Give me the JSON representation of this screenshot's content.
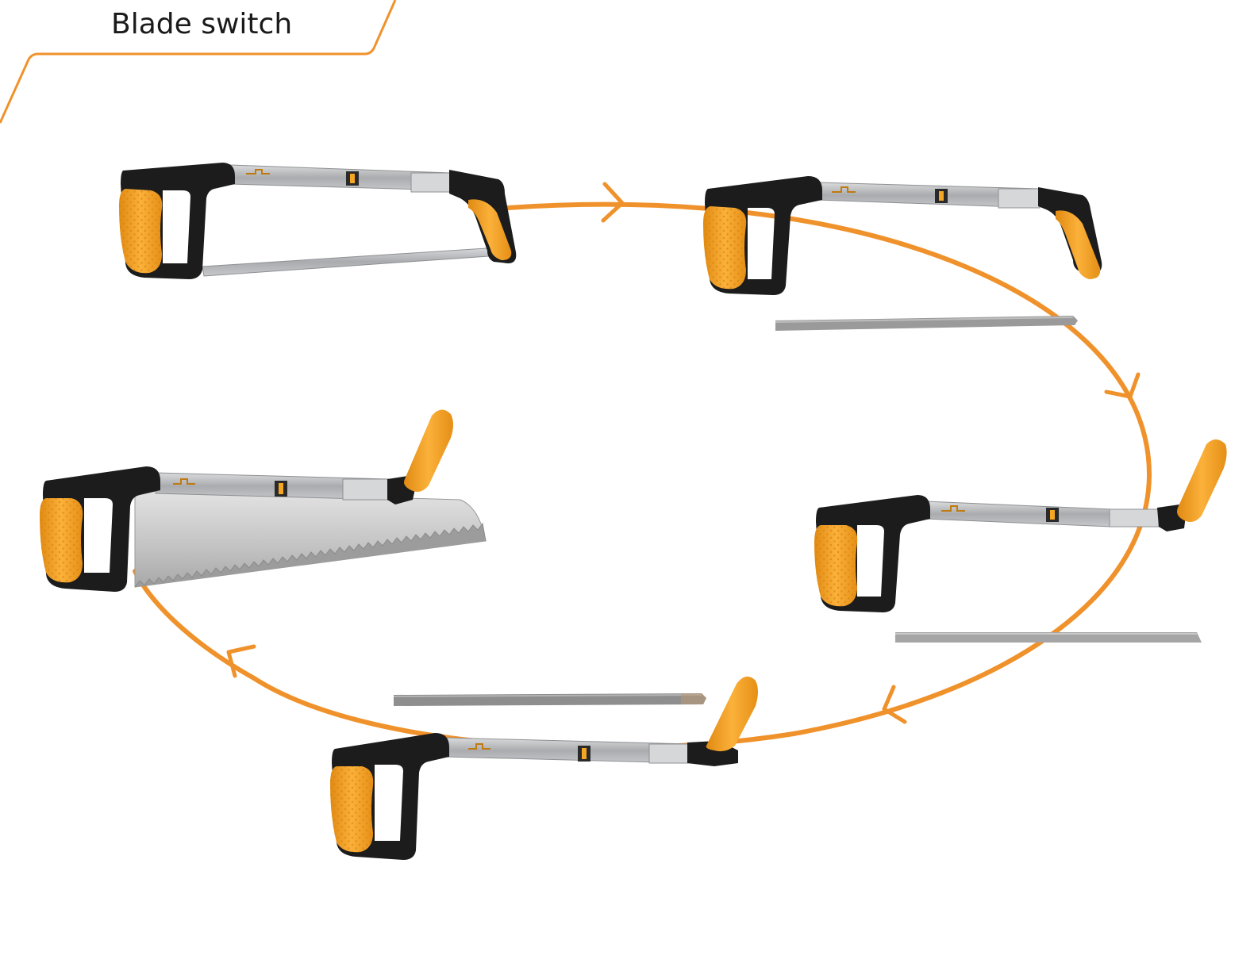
{
  "header": {
    "title": "Blade switch"
  },
  "colors": {
    "accent": "#F0922B",
    "frame_black": "#1C1C1C",
    "handle_orange": "#F5A623",
    "handle_orange_dark": "#E08A12",
    "steel": "#B9BBBE",
    "steel_dark": "#8E9093",
    "blade_gray": "#9A9A9A",
    "saw_blade": "#C8C8C8"
  },
  "diagram": {
    "flow_direction": "clockwise",
    "steps": [
      {
        "id": "hacksaw-assembled",
        "icon": "hacksaw-with-blade-icon"
      },
      {
        "id": "frame-opened-blade-removed",
        "icon": "hacksaw-open-frame-icon"
      },
      {
        "id": "frame-folded-blade-aside",
        "icon": "hacksaw-folded-frame-icon"
      },
      {
        "id": "frame-folded-new-blade",
        "icon": "hacksaw-folded-new-blade-icon"
      },
      {
        "id": "handsaw-blade-mounted",
        "icon": "handsaw-mode-icon"
      }
    ],
    "loose_blades": [
      {
        "after_step": "frame-opened-blade-removed",
        "icon": "loose-blade-icon"
      },
      {
        "after_step": "frame-folded-blade-aside",
        "icon": "loose-blade-icon"
      },
      {
        "after_step": "frame-folded-new-blade",
        "icon": "loose-blade-icon"
      }
    ]
  }
}
